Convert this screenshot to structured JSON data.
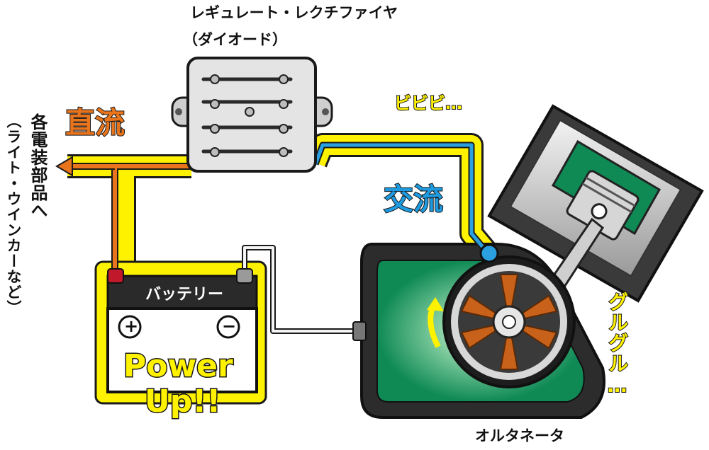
{
  "labels": {
    "regulator_title": "レギュレート・レクチファイヤ",
    "regulator_subtitle": "（ダイオード）",
    "dc": "直流",
    "ac": "交流",
    "bibibi": "ビビビ…",
    "destination_line1": "各電装部品へ",
    "destination_line2": "（ライト・ウインカーなど）",
    "battery": "バッテリー",
    "power_up_line1": "Power",
    "power_up_line2": "Up!!",
    "gurugur": "グルグル…",
    "alternator": "オルタネータ",
    "battery_plus": "+",
    "battery_minus": "−"
  },
  "colors": {
    "dc_wire": "#e8741c",
    "ac_wire": "#2aa0e0",
    "electric_glow": "#fff200",
    "dc_text": "#e8741c",
    "ac_text": "#1e9be0",
    "bibibi_text": "#fff200",
    "engine_green": "#0f8a55",
    "power_up_text": "#fff200"
  }
}
